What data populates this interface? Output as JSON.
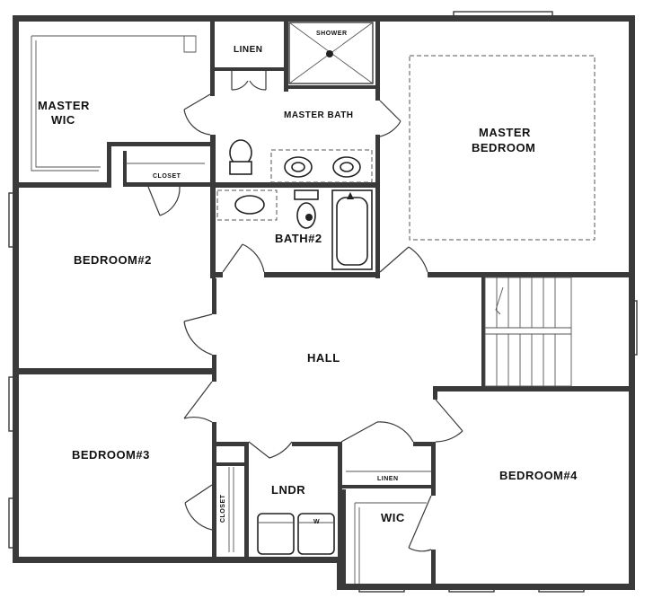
{
  "rooms": {
    "master_wic_line1": "MASTER",
    "master_wic_line2": "WIC",
    "linen_top": "LINEN",
    "shower": "SHOWER",
    "master_bath": "MASTER BATH",
    "master_bedroom_line1": "MASTER",
    "master_bedroom_line2": "BEDROOM",
    "closet_top": "CLOSET",
    "bath2": "BATH#2",
    "bedroom2": "BEDROOM#2",
    "hall": "HALL",
    "bedroom3": "BEDROOM#3",
    "closet_left": "CLOSET",
    "lndr": "LNDR",
    "washer_mark": "W",
    "linen_bottom": "LINEN",
    "wic": "WIC",
    "bedroom4": "BEDROOM#4"
  }
}
